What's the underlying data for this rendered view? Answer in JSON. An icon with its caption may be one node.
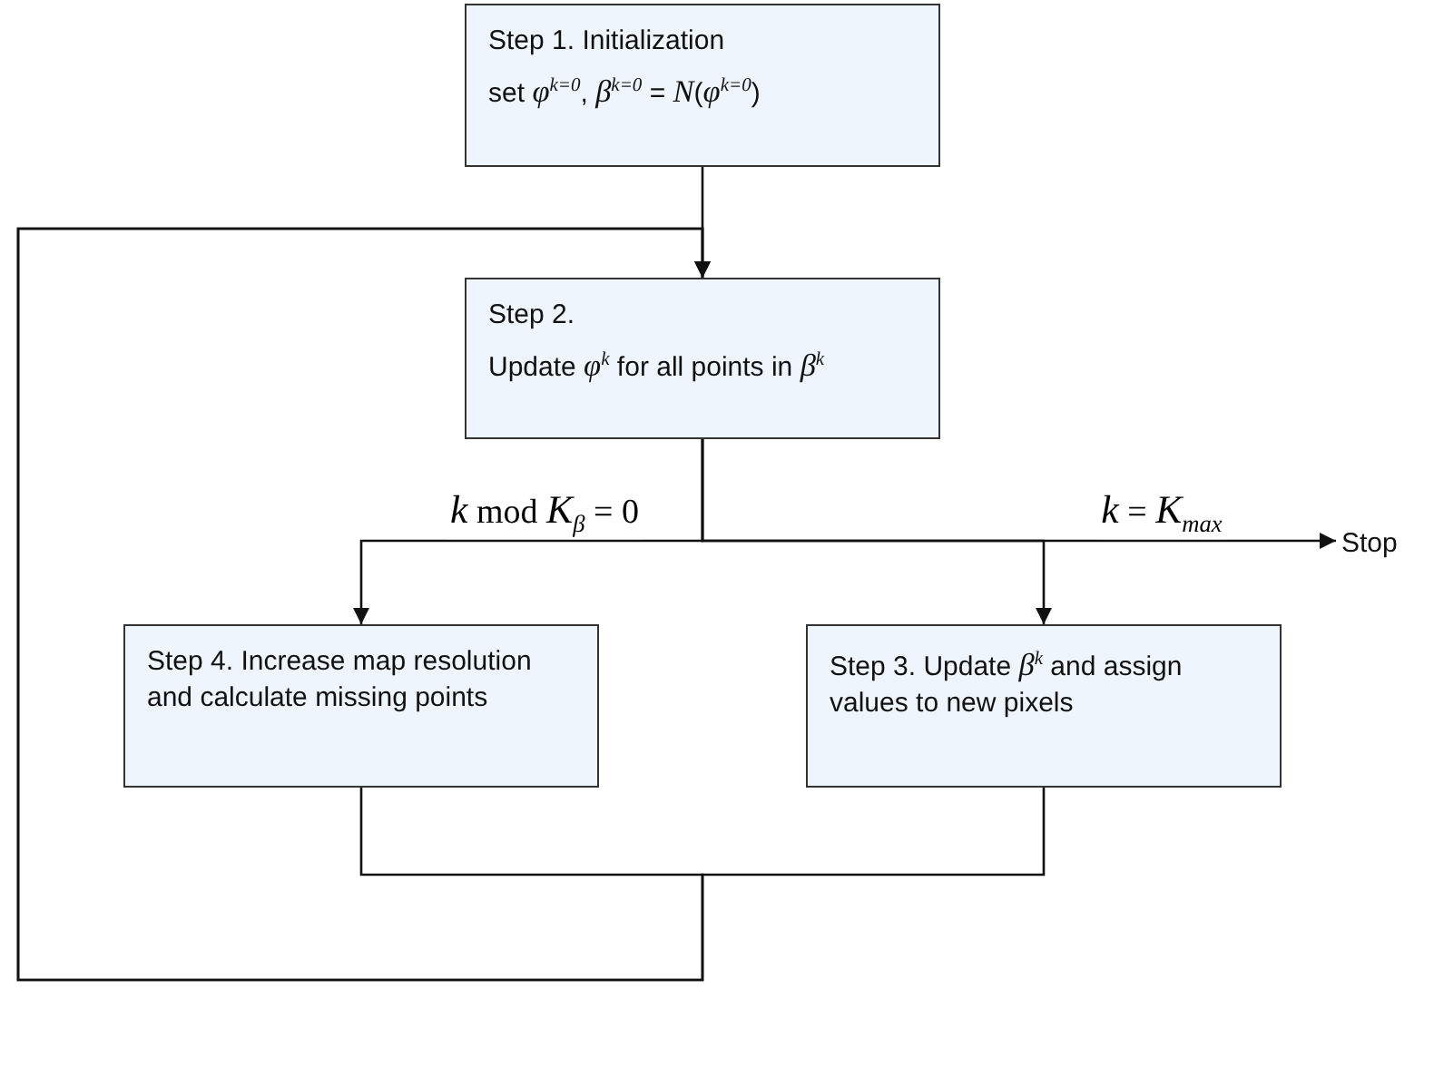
{
  "diagram": {
    "nodes": [
      {
        "text": [
          "Step 1. Initialization",
          "set *φ*$^{k=0}$, *β*$^{k=0}$ = *N*(*φ*$^{k=0}$)"
        ]
      },
      {
        "text": [
          "Step 2.",
          "Update *φ*$^{k}$ for all points in *β*$^{k}$"
        ]
      },
      {
        "text": [
          "Step 4. Increase map resolution and calculate missing points"
        ]
      },
      {
        "text": [
          "Step 3. Update *β*$^{k}$ and assign values to new pixels"
        ]
      },
      {
        "text": [
          "Stop"
        ]
      }
    ],
    "edges": [
      {
        "from": 0,
        "to": 1,
        "arrow": "to"
      },
      {
        "from": 1,
        "to": 2,
        "arrow": "to",
        "label": "*k* mod *K*$_{β}$ = 0"
      },
      {
        "from": 1,
        "to": 3,
        "arrow": "to"
      },
      {
        "from": 1,
        "to": 4,
        "arrow": "to",
        "label": "*k* = *K*$_{max}$"
      },
      {
        "from": 2,
        "to": 1,
        "arrow": "to"
      },
      {
        "from": 3,
        "to": 1,
        "arrow": "to"
      }
    ]
  }
}
